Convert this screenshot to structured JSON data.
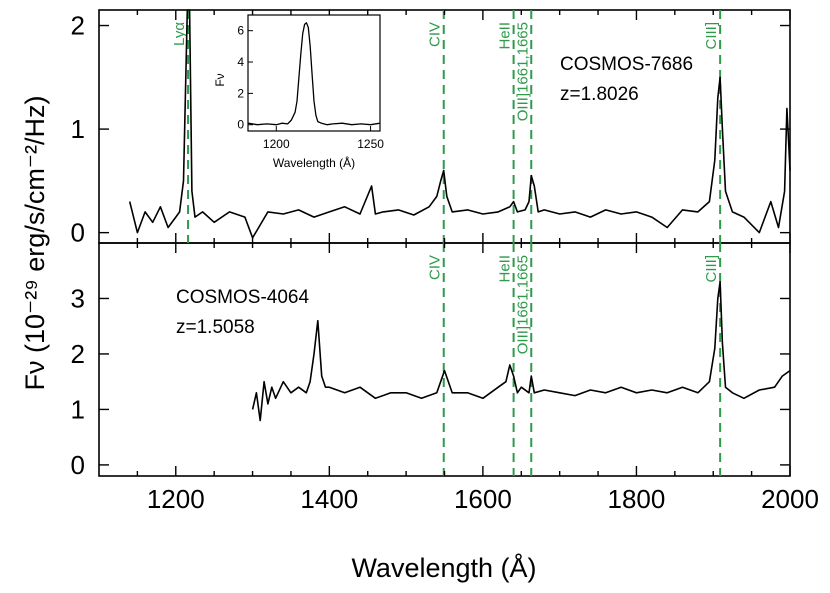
{
  "chart_data": {
    "type": "line",
    "xlabel": "Wavelength (Å)",
    "ylabel": "Fν (10⁻²⁹ erg/s/cm⁻²/Hz)",
    "xlim": [
      1100,
      2000
    ],
    "x_ticks": [
      "1200",
      "1400",
      "1600",
      "1800",
      "2000"
    ],
    "colors": {
      "spectrum": "#000000",
      "lines": "#2e9a4a"
    },
    "emission_lines": [
      {
        "label": "Lyα",
        "wavelength": 1216,
        "panels": [
          "top"
        ]
      },
      {
        "label": "CIV",
        "wavelength": 1549,
        "panels": [
          "top",
          "bottom"
        ]
      },
      {
        "label": "HeII",
        "wavelength": 1640,
        "panels": [
          "top",
          "bottom"
        ]
      },
      {
        "label": "OIII]1661,1665",
        "wavelength": 1663,
        "panels": [
          "top",
          "bottom"
        ]
      },
      {
        "label": "CIII]",
        "wavelength": 1909,
        "panels": [
          "top",
          "bottom"
        ]
      }
    ],
    "panels": [
      {
        "name": "top",
        "object": "COSMOS-7686",
        "redshift": "z=1.8026",
        "ylim": [
          -0.1,
          2.15
        ],
        "y_ticks": [
          "0",
          "1",
          "2"
        ],
        "spectrum_x": [
          1140,
          1150,
          1160,
          1170,
          1180,
          1190,
          1200,
          1205,
          1210,
          1213,
          1215,
          1216,
          1218,
          1221,
          1225,
          1235,
          1250,
          1270,
          1290,
          1300,
          1320,
          1340,
          1360,
          1380,
          1400,
          1420,
          1440,
          1455,
          1460,
          1470,
          1490,
          1510,
          1530,
          1540,
          1545,
          1549,
          1553,
          1560,
          1580,
          1600,
          1620,
          1635,
          1640,
          1645,
          1655,
          1660,
          1663,
          1667,
          1672,
          1680,
          1700,
          1720,
          1740,
          1760,
          1780,
          1800,
          1820,
          1840,
          1860,
          1880,
          1895,
          1902,
          1906,
          1909,
          1912,
          1916,
          1925,
          1940,
          1960,
          1975,
          1985,
          1993,
          1996,
          1998,
          2000
        ],
        "spectrum_y": [
          0.3,
          0.0,
          0.2,
          0.1,
          0.25,
          0.05,
          0.15,
          0.2,
          0.5,
          1.5,
          2.2,
          2.2,
          2.2,
          0.4,
          0.15,
          0.2,
          0.1,
          0.2,
          0.15,
          -0.05,
          0.2,
          0.18,
          0.22,
          0.15,
          0.2,
          0.25,
          0.18,
          0.45,
          0.18,
          0.2,
          0.22,
          0.17,
          0.25,
          0.35,
          0.5,
          0.6,
          0.35,
          0.2,
          0.22,
          0.18,
          0.2,
          0.25,
          0.3,
          0.2,
          0.22,
          0.3,
          0.55,
          0.45,
          0.2,
          0.22,
          0.18,
          0.2,
          0.15,
          0.22,
          0.18,
          0.2,
          0.15,
          0.05,
          0.22,
          0.2,
          0.3,
          0.7,
          1.3,
          1.5,
          1.0,
          0.4,
          0.2,
          0.15,
          0.0,
          0.3,
          0.05,
          0.4,
          1.2,
          0.9,
          0.6
        ]
      },
      {
        "name": "bottom",
        "object": "COSMOS-4064",
        "redshift": "z=1.5058",
        "ylim": [
          -0.2,
          4.0
        ],
        "y_ticks": [
          "0",
          "1",
          "2",
          "3"
        ],
        "spectrum_x": [
          1300,
          1305,
          1310,
          1315,
          1320,
          1325,
          1330,
          1340,
          1350,
          1360,
          1370,
          1375,
          1380,
          1385,
          1390,
          1395,
          1400,
          1420,
          1440,
          1460,
          1480,
          1500,
          1520,
          1540,
          1550,
          1560,
          1580,
          1600,
          1620,
          1630,
          1635,
          1640,
          1645,
          1650,
          1660,
          1663,
          1667,
          1680,
          1700,
          1720,
          1740,
          1760,
          1780,
          1800,
          1820,
          1840,
          1860,
          1880,
          1895,
          1902,
          1906,
          1909,
          1912,
          1916,
          1925,
          1940,
          1960,
          1980,
          1990,
          2000
        ],
        "spectrum_y": [
          1.0,
          1.3,
          0.8,
          1.5,
          1.1,
          1.4,
          1.2,
          1.5,
          1.3,
          1.4,
          1.3,
          1.5,
          2.0,
          2.6,
          1.6,
          1.4,
          1.4,
          1.3,
          1.4,
          1.2,
          1.3,
          1.3,
          1.2,
          1.3,
          1.7,
          1.3,
          1.3,
          1.2,
          1.4,
          1.5,
          1.8,
          1.6,
          1.3,
          1.4,
          1.3,
          1.6,
          1.3,
          1.35,
          1.3,
          1.25,
          1.35,
          1.3,
          1.4,
          1.3,
          1.35,
          1.3,
          1.4,
          1.3,
          1.5,
          2.1,
          3.0,
          3.3,
          2.2,
          1.4,
          1.3,
          1.2,
          1.35,
          1.4,
          1.6,
          1.7
        ]
      }
    ],
    "inset": {
      "xlabel": "Wavelength (Å)",
      "ylabel": "Fν",
      "xlim": [
        1185,
        1255
      ],
      "ylim": [
        -0.4,
        7
      ],
      "x_ticks": [
        "1200",
        "1250"
      ],
      "y_ticks": [
        "0",
        "2",
        "4",
        "6"
      ],
      "spectrum_x": [
        1185,
        1190,
        1195,
        1200,
        1203,
        1206,
        1208,
        1210,
        1211,
        1212,
        1213,
        1214,
        1215,
        1216,
        1217,
        1218,
        1219,
        1220,
        1221,
        1222,
        1224,
        1227,
        1230,
        1235,
        1240,
        1245,
        1250,
        1255
      ],
      "spectrum_y": [
        0.1,
        0.0,
        0.05,
        0.0,
        0.1,
        0.05,
        0.3,
        0.8,
        1.5,
        3.0,
        4.5,
        5.8,
        6.4,
        6.5,
        6.2,
        5.0,
        3.2,
        1.5,
        0.6,
        0.2,
        0.1,
        0.0,
        0.05,
        0.1,
        0.0,
        0.05,
        0.0,
        0.1
      ]
    }
  }
}
